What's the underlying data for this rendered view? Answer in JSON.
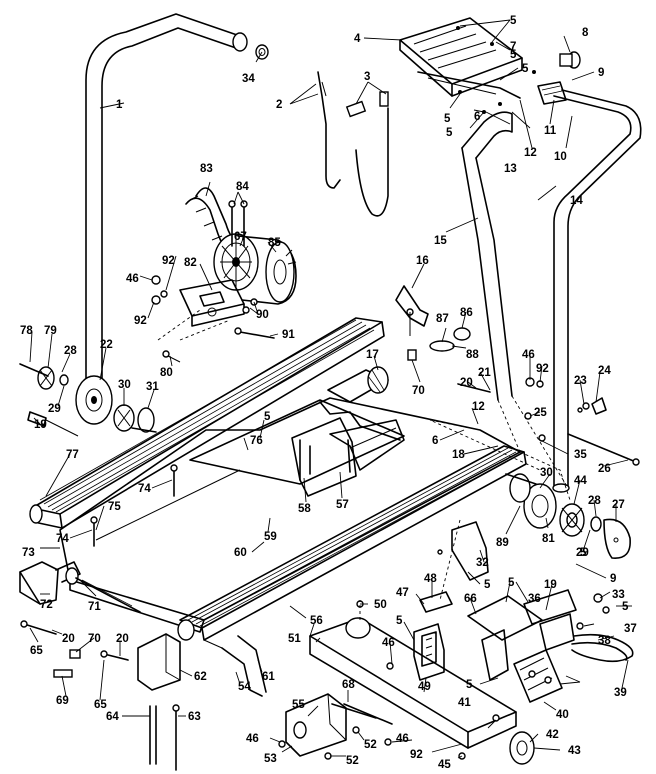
{
  "callouts": [
    "1",
    "2",
    "3",
    "4",
    "5",
    "5",
    "5",
    "5",
    "5",
    "6",
    "7",
    "8",
    "9",
    "10",
    "11",
    "12",
    "13",
    "14",
    "15",
    "34",
    "83",
    "84",
    "85",
    "67",
    "82",
    "46",
    "92",
    "92",
    "90",
    "91",
    "80",
    "16",
    "86",
    "87",
    "88",
    "70",
    "17",
    "46",
    "92",
    "20",
    "21",
    "23",
    "24",
    "12",
    "6",
    "18",
    "25",
    "35",
    "26",
    "30",
    "44",
    "28",
    "27",
    "29",
    "9",
    "33",
    "81",
    "89",
    "32",
    "5",
    "5",
    "5",
    "19",
    "36",
    "5",
    "38",
    "37",
    "39",
    "48",
    "47",
    "66",
    "5",
    "46",
    "49",
    "40",
    "5",
    "41",
    "45",
    "42",
    "43",
    "92",
    "46",
    "68",
    "55",
    "52",
    "52",
    "53",
    "46",
    "51",
    "50",
    "56",
    "60",
    "59",
    "57",
    "58",
    "76",
    "5",
    "74",
    "74",
    "75",
    "73",
    "77",
    "19",
    "78",
    "79",
    "28",
    "29",
    "22",
    "30",
    "31",
    "72",
    "71",
    "65",
    "20",
    "70",
    "20",
    "69",
    "65",
    "62",
    "54",
    "61",
    "64",
    "63"
  ]
}
